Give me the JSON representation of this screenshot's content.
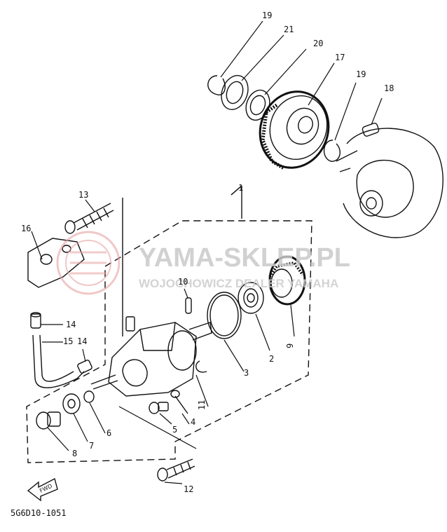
{
  "diagram": {
    "code": "5G6D10-1051",
    "fwd_label": "FWD",
    "callouts": [
      "1",
      "2",
      "3",
      "4",
      "5",
      "6",
      "7",
      "8",
      "9",
      "10",
      "11",
      "12",
      "13",
      "14",
      "15",
      "14",
      "16",
      "17",
      "18",
      "19",
      "19",
      "20",
      "21"
    ]
  },
  "watermark": {
    "title": "YAMA-SKLEP.PL",
    "subtitle": "WOJOCHOWICZ DEALER YAMAHA"
  }
}
